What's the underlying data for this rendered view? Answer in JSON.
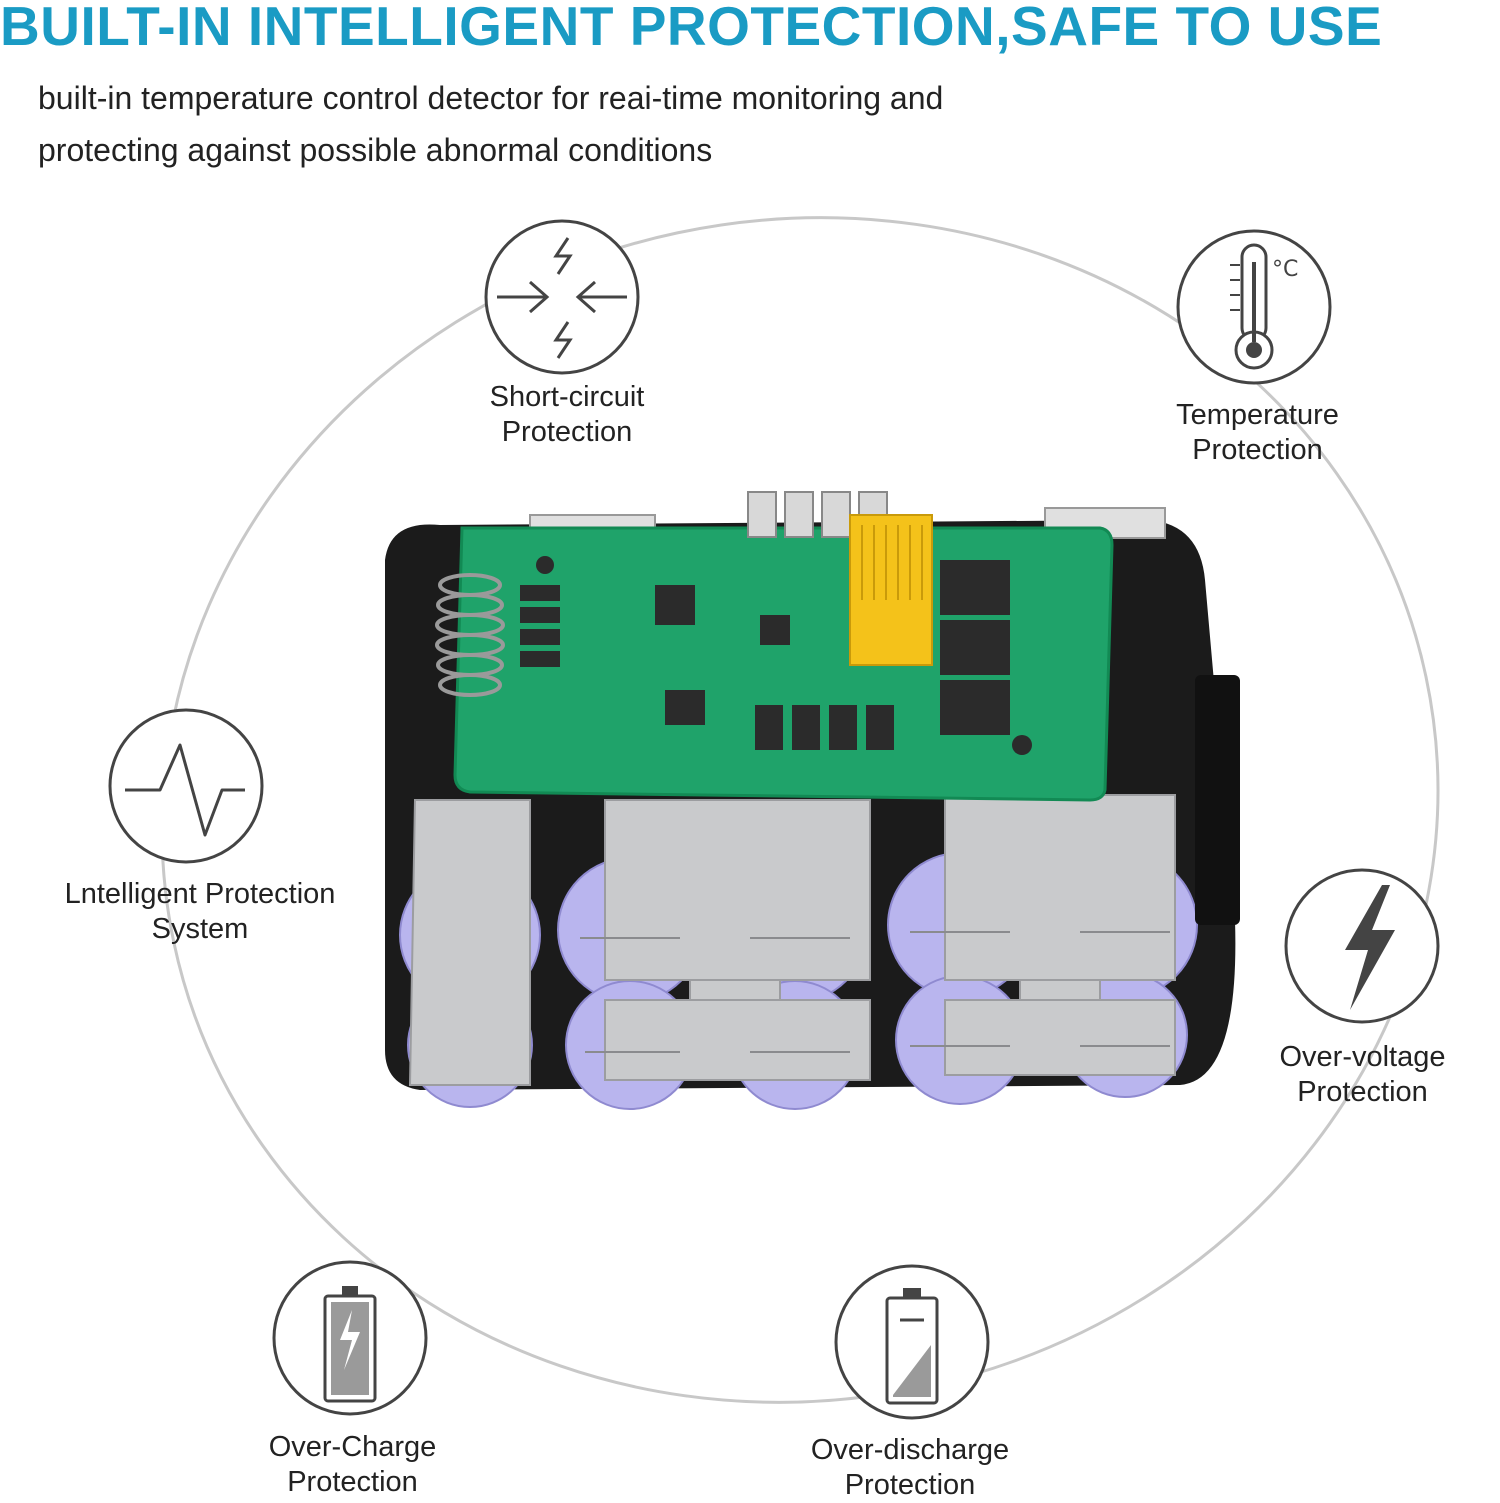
{
  "headline": "BUILT-IN INTELLIGENT PROTECTION,SAFE TO USE",
  "subtitle": {
    "line1": "built-in temperature control detector for reai-time monitoring and",
    "line2": "protecting against possible abnormal conditions"
  },
  "features": {
    "short_circuit": {
      "line1": "Short-circuit",
      "line2": "Protection",
      "icon": "short-circuit-icon"
    },
    "temperature": {
      "line1": "Temperature",
      "line2": "Protection",
      "icon": "thermometer-icon",
      "unit": "°C"
    },
    "intelligent": {
      "line1": "Lntelligent Protection",
      "line2": "System",
      "icon": "pulse-wave-icon"
    },
    "over_voltage": {
      "line1": "Over-voltage",
      "line2": "Protection",
      "icon": "lightning-icon"
    },
    "over_charge": {
      "line1": "Over-Charge",
      "line2": "Protection",
      "icon": "battery-charge-icon"
    },
    "over_discharge": {
      "line1": "Over-discharge",
      "line2": "Protection",
      "icon": "battery-low-icon"
    }
  },
  "colors": {
    "headline": "#1a9bc4",
    "pcb": "#1fa36a",
    "battery_wrap": "#b9b5ee",
    "nickel_strip": "#c9cacc",
    "holder": "#1b1b1b",
    "connector": "#f4c21a"
  }
}
